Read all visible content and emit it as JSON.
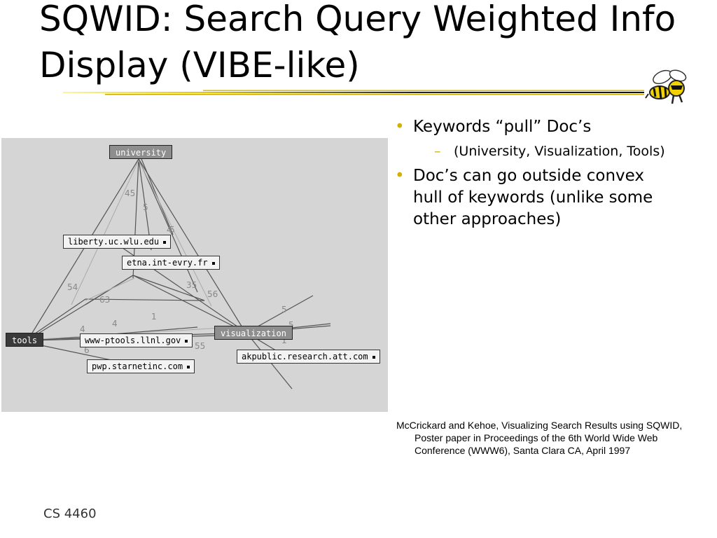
{
  "slide": {
    "title": "SQWID: Search Query Weighted Info Display (VIBE-like)",
    "footer": "CS 4460"
  },
  "figure": {
    "keywords": [
      "university",
      "tools",
      "visualization"
    ],
    "documents": [
      "liberty.uc.wlu.edu",
      "etna.int-evry.fr",
      "www-ptools.llnl.gov",
      "pwp.starnetinc.com",
      "akpublic.research.att.com"
    ],
    "point_labels": [
      "45",
      "5",
      "5",
      "54",
      "63",
      "4",
      "35",
      "56",
      "5",
      "5",
      "4",
      "55",
      "1",
      "6",
      "1",
      "4"
    ]
  },
  "bullets": [
    {
      "text": "Keywords “pull” Doc’s",
      "sub": [
        "(University, Visualization, Tools)"
      ]
    },
    {
      "text": "Doc’s can go outside convex hull of keywords (unlike some other approaches)",
      "sub": []
    }
  ],
  "reference": "McCrickard and Kehoe, Visualizing Search Results using SQWID, Poster paper in Proceedings of the 6th World Wide Web Conference (WWW6), Santa Clara CA, April 1997",
  "colors": {
    "bullet": "#d4b000",
    "panel": "#d5d5d5",
    "rule": "#c8a800"
  },
  "icons": {
    "bullet": "bullet-dot",
    "mascot": "yellow-jacket-mascot-icon"
  }
}
